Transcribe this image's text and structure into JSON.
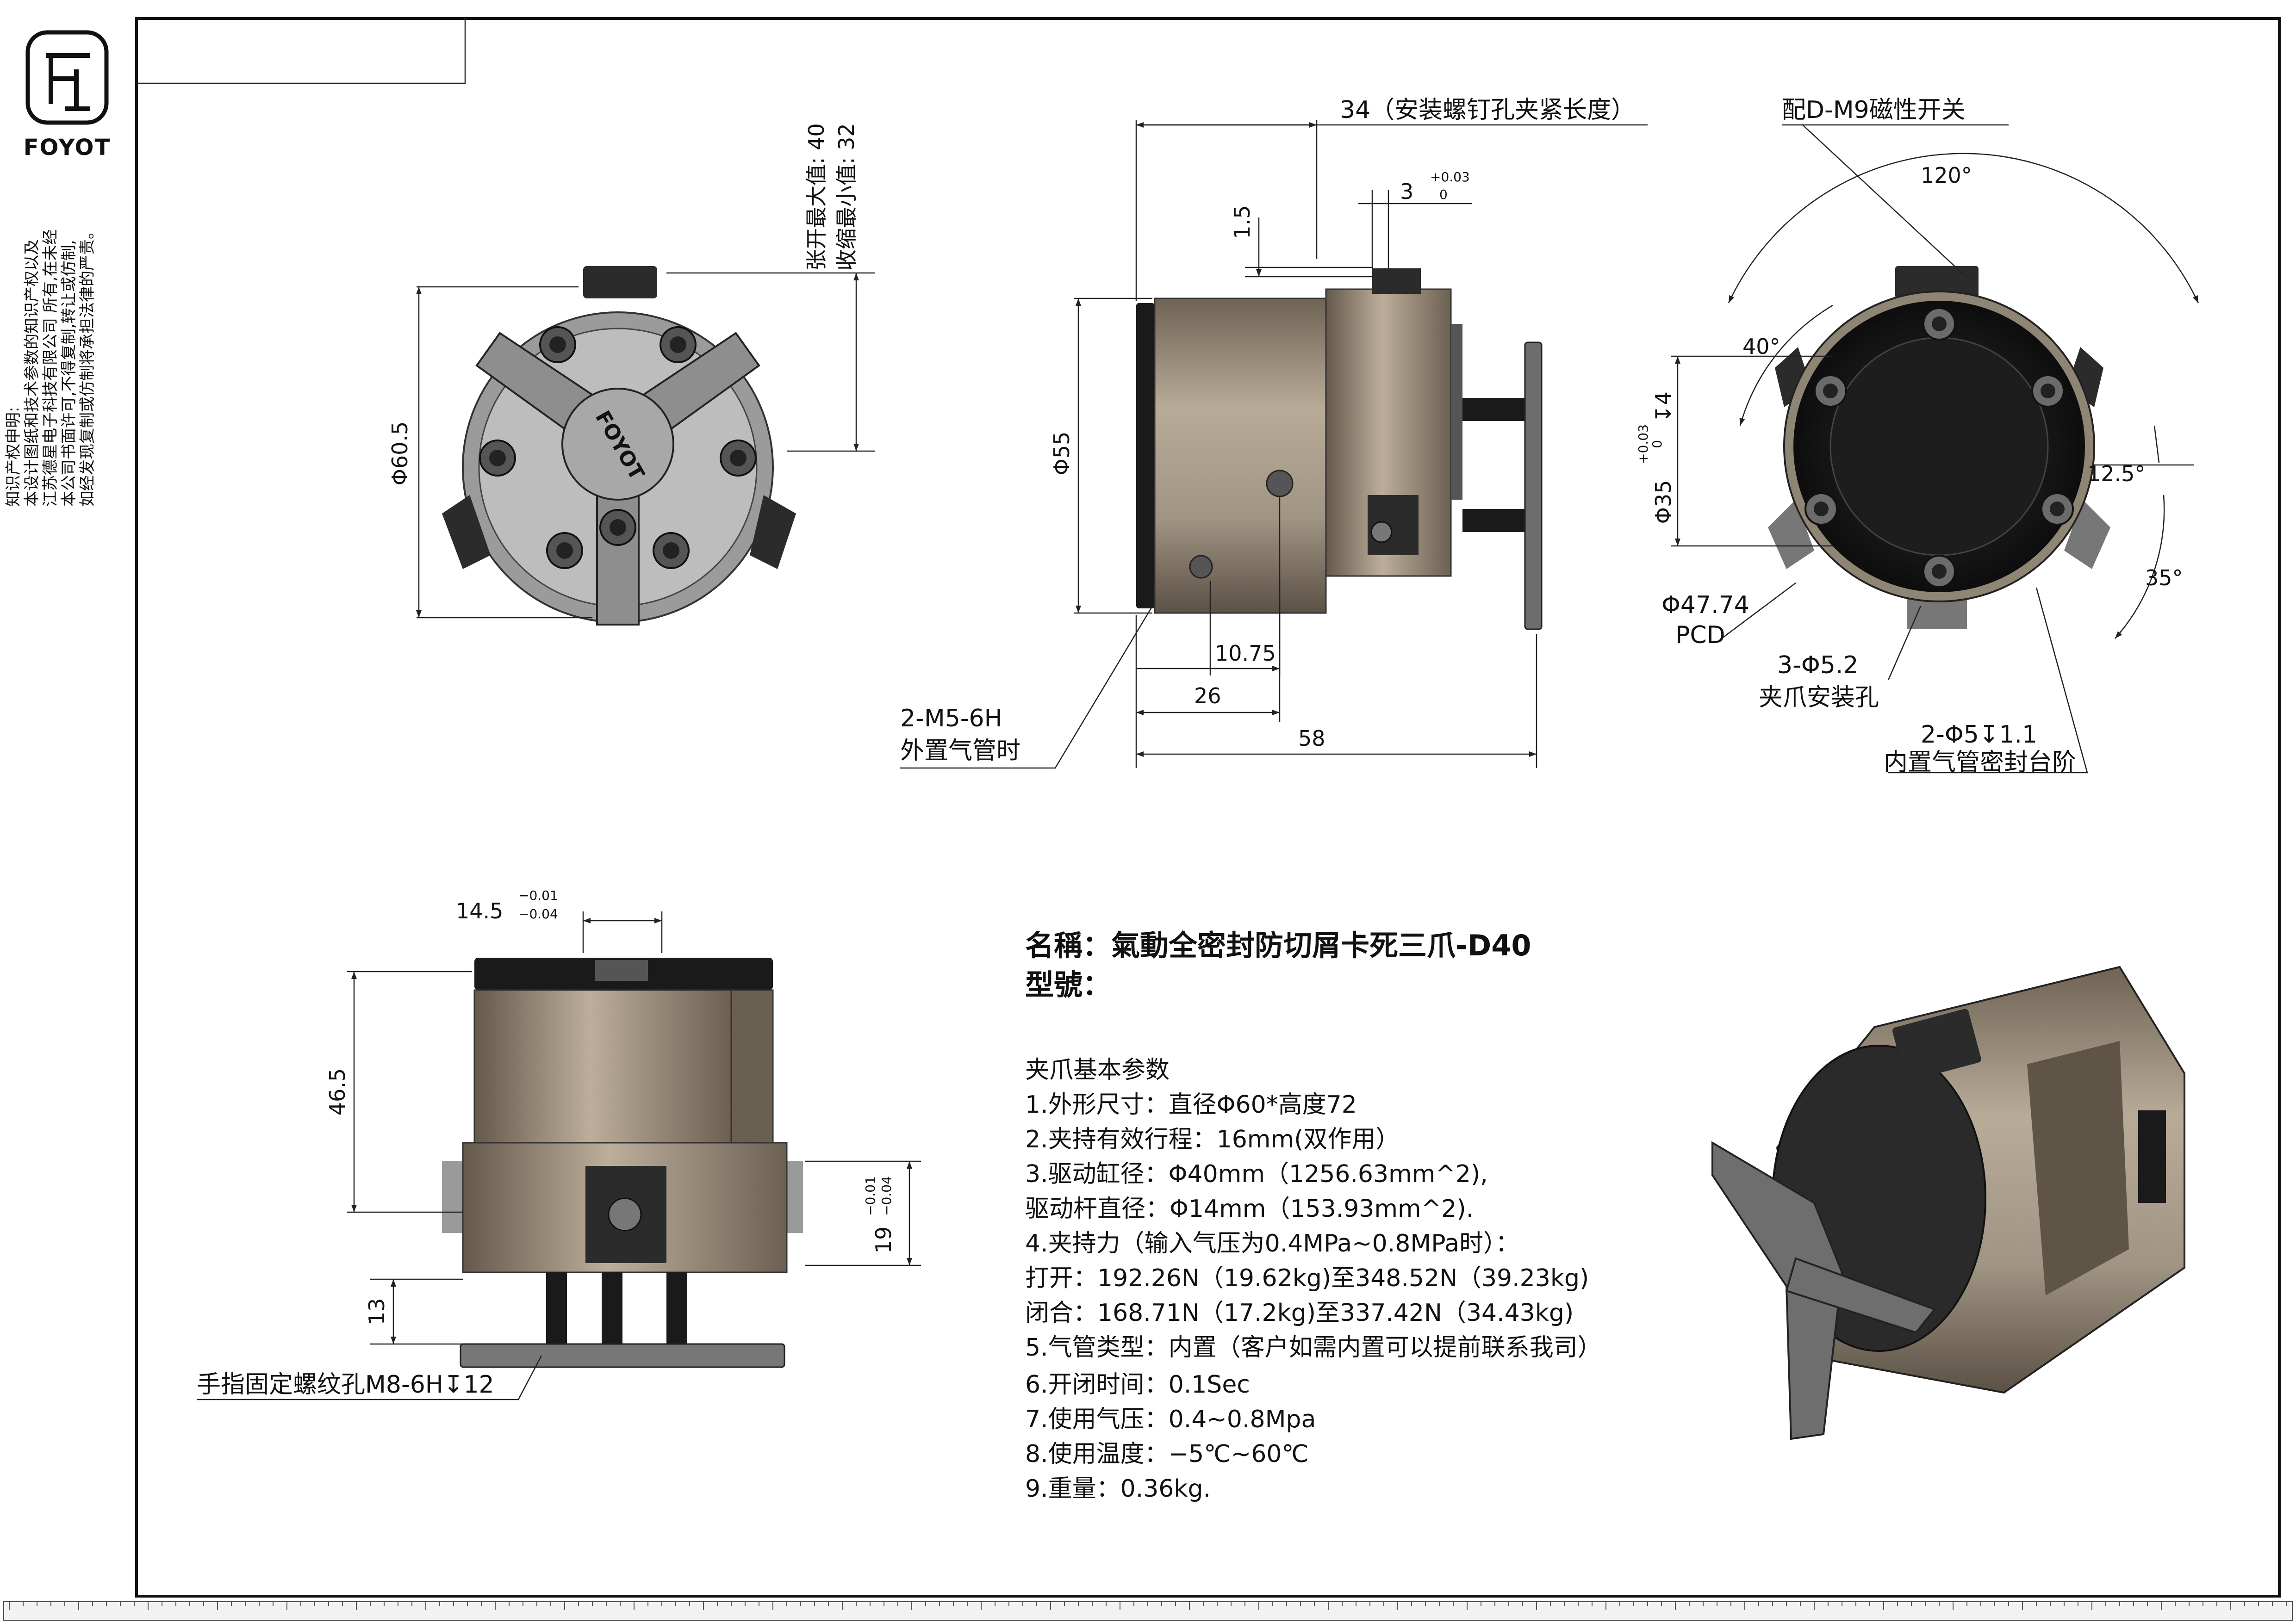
{
  "logo": {
    "brand": "FOYOT"
  },
  "sidebar_notice": {
    "heading": "知识产权申明:",
    "lines": [
      "本设计图纸和技术参数的知识产权以及",
      "江苏德星电子科技有限公司 所有,在未经",
      "本公司书面许可,不得复制,转让或仿制,",
      "如经发现复制或仿制将承担法律的严责。"
    ]
  },
  "top_view": {
    "dia": "Φ60.5",
    "open_max": "张开最大值: 40",
    "close_min": "收缩最小值: 32"
  },
  "side_view": {
    "dim_34": "34（安装螺钉孔夹紧长度）",
    "dim_3": "3",
    "dim_3_tol_up": "+0.03",
    "dim_3_tol_dn": "0",
    "dim_15": "1.5",
    "dim_55": "Φ55",
    "dim_1075": "10.75",
    "dim_26": "26",
    "dim_58": "58",
    "port_label_1": "2-M5-6H",
    "port_label_2": "外置气管时"
  },
  "bottom_view": {
    "switch": "配D-M9磁性开关",
    "ang_120": "120°",
    "ang_40": "40°",
    "ang_125": "12.5°",
    "ang_35": "35°",
    "dia_35": "Φ35",
    "dia_35_depth": "↧4",
    "dia_35_tol_up": "+0.03",
    "dia_35_tol_dn": "0",
    "pcd_1": "Φ47.74",
    "pcd_2": "PCD",
    "holes_1": "3-Φ5.2",
    "holes_2": "夹爪安装孔",
    "seal_1": "2-Φ5↧1.1",
    "seal_2": "内置气管密封台阶"
  },
  "front_view": {
    "dim_145": "14.5",
    "dim_145_up": "−0.01",
    "dim_145_dn": "−0.04",
    "dim_465": "46.5",
    "dim_19": "19",
    "dim_19_up": "−0.01",
    "dim_19_dn": "−0.04",
    "dim_13": "13",
    "finger_note": "手指固定螺纹孔M8-6H↧12"
  },
  "info": {
    "name": "名稱：氣動全密封防切屑卡死三爪-D40",
    "model": "型號：",
    "params_title": "夹爪基本参数",
    "params": [
      "1.外形尺寸：直径Φ60*高度72",
      "2.夹持有效行程：16mm(双作用）",
      "3.驱动缸径：Φ40mm（1256.63mm^2),",
      "   驱动杆直径：Φ14mm（153.93mm^2).",
      "4.夹持力（输入气压为0.4MPa~0.8MPa时）：",
      "     打开：192.26N（19.62kg)至348.52N（39.23kg)",
      "     闭合：168.71N（17.2kg)至337.42N（34.43kg)",
      "5.气管类型：内置（客户如需内置可以提前联系我司）",
      "6.开闭时间：0.1Sec",
      "7.使用气压：0.4~0.8Mpa",
      "8.使用温度：−5℃~60℃",
      "9.重量：0.36kg."
    ]
  },
  "colors": {
    "bronze": "#8c7d6b",
    "bronze_light": "#b3a592",
    "gray_metal": "#9a9a9a",
    "dark_body": "#2a2a2a",
    "black": "#111111"
  }
}
